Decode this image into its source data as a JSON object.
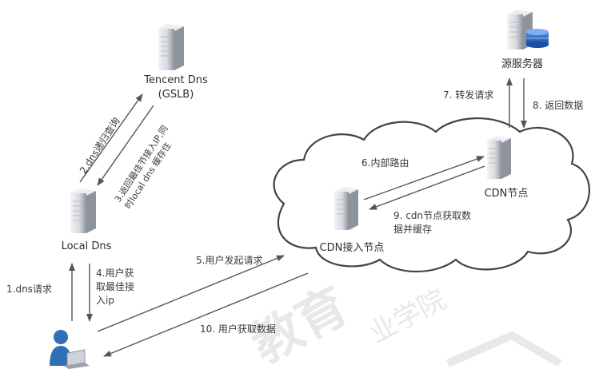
{
  "nodes": {
    "tencent": {
      "line1": "Tencent Dns",
      "line2": "(GSLB)"
    },
    "local": {
      "label": "Local Dns"
    },
    "origin": {
      "label": "源服务器"
    },
    "cdn_node": {
      "label": "CDN节点"
    },
    "cdn_access": {
      "label": "CDN接入节点"
    }
  },
  "steps": {
    "s1": "1.dns请求",
    "s2": "2.dns递归查询",
    "s3_line1": "3.返回最佳节接入IP,同",
    "s3_line2": "时local dns 缓存住",
    "s4_line1": "4.用户获",
    "s4_line2": "取最佳接",
    "s4_line3": "入ip",
    "s5": "5.用户发起请求",
    "s6": "6.内部路由",
    "s7": "7. 转发请求",
    "s8": "8. 返回数据",
    "s9_line1": "9. cdn节点获取数",
    "s9_line2": "据并缓存",
    "s10": "10. 用户获取数据"
  },
  "watermark": {
    "text1": "教育",
    "text2": "业学院"
  },
  "colors": {
    "arrow": "#555555",
    "cloud_stroke": "#3d4350",
    "server_light": "#e4e6ea",
    "server_dark": "#9aa0a8",
    "user": "#2f6fb5",
    "db": "#2a66c8"
  }
}
